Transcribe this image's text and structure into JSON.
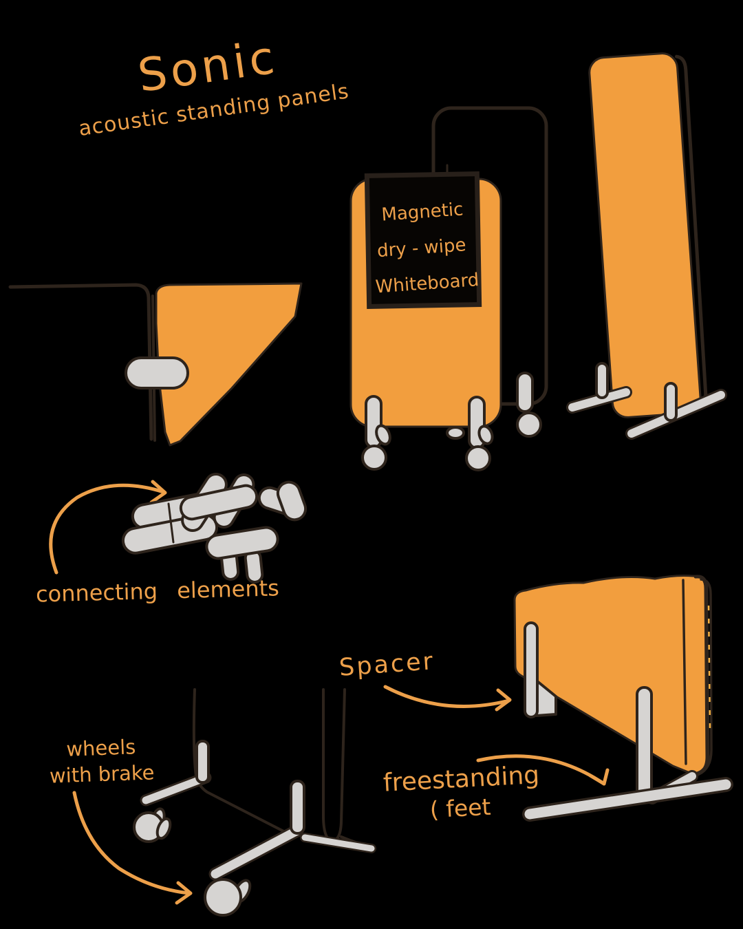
{
  "title": {
    "main": "Sonic",
    "subtitle": "acoustic standing panels"
  },
  "whiteboard": {
    "line1": "Magnetic",
    "line2": "dry - wipe",
    "line3": "Whiteboard"
  },
  "labels": {
    "connecting_elements": "connecting elements",
    "spacer": "Spacer",
    "wheels_line1": "wheels",
    "wheels_line2": "with brake",
    "freestanding_line1": "freestanding",
    "freestanding_line2": "( feet"
  },
  "colors": {
    "background": "#000000",
    "panel_orange": "#F29E3E",
    "ink_orange": "#EDA04A",
    "metal_gray": "#D6D4D2",
    "outline": "#2E241C",
    "whiteboard_fill": "#070503"
  },
  "icons": {
    "curved_arrow": "hand-drawn orange curved arrow",
    "caster_wheel": "gray caster wheel sketch",
    "connector_pill": "gray pill connector sketch"
  }
}
